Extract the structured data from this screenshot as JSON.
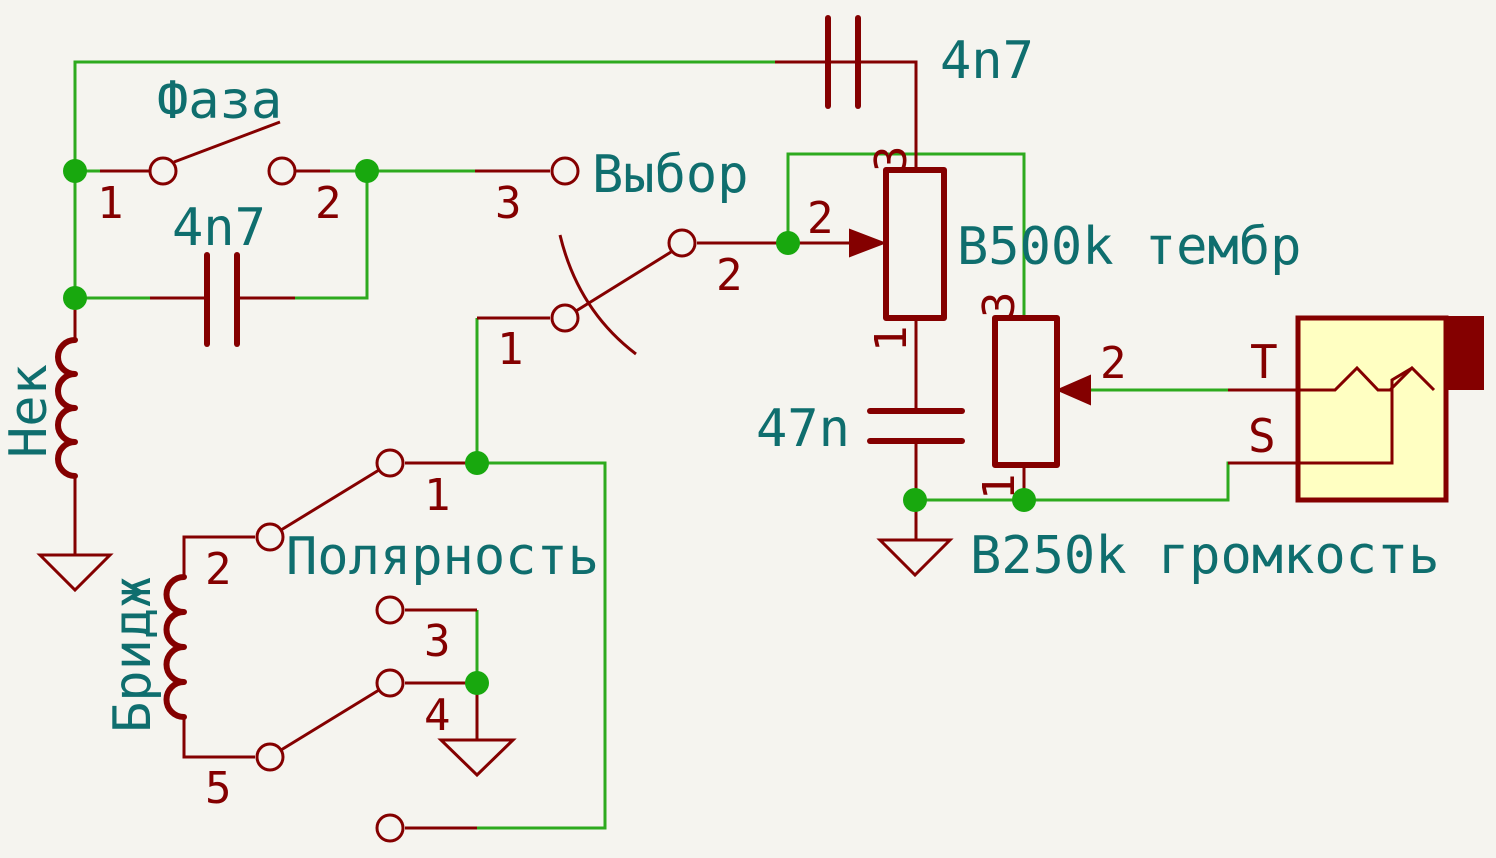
{
  "labels": {
    "cap_top": "4n7",
    "cap_mid": "4n7",
    "cap_tone": "47n",
    "phase": "Фаза",
    "select": "Выбор",
    "neck": "Нек",
    "bridge": "Бридж",
    "polarity": "Полярность",
    "tone_pot": "B500k тембр",
    "volume_pot": "B250k громкость",
    "jack_tip": "T",
    "jack_sleeve": "S"
  },
  "pins": {
    "phase_1": "1",
    "phase_2": "2",
    "phase_3": "3",
    "select_1": "1",
    "select_2": "2",
    "tone_1": "1",
    "tone_2": "2",
    "tone_3": "3",
    "vol_1": "1",
    "vol_2": "2",
    "vol_3": "3",
    "pol_1": "1",
    "pol_2": "2",
    "pol_3": "3",
    "pol_4": "4",
    "pol_5": "5"
  },
  "colors": {
    "background": "#F5F4EF",
    "wire": "#2DAA1E",
    "junction": "#18A80E",
    "symbol": "#840000",
    "label": "#0F6E6E",
    "jack_fill": "#FFFFC2"
  }
}
